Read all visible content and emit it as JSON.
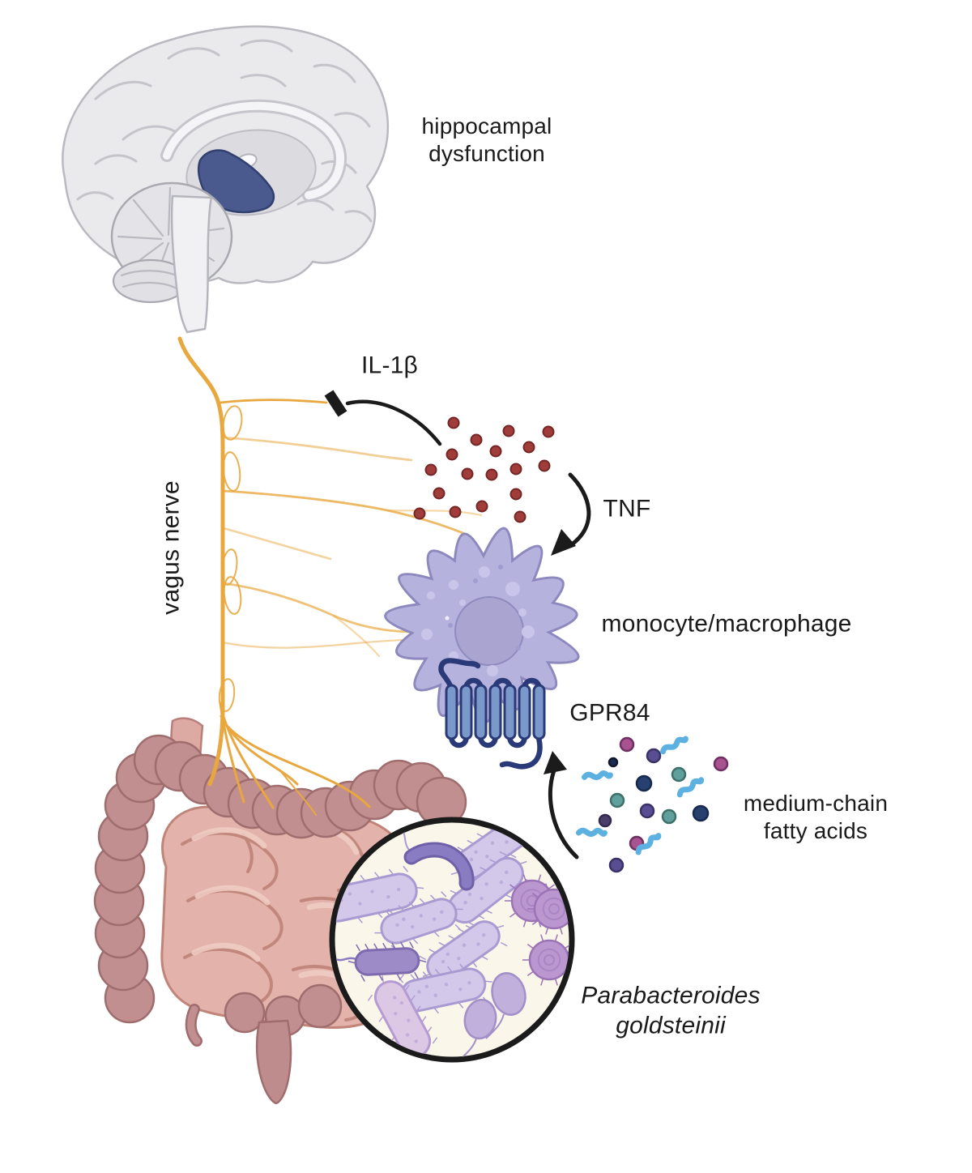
{
  "figure": {
    "type": "biological-pathway-diagram",
    "background": "#FFFFFF"
  },
  "labels": {
    "hippocampal_dysfunction": "hippocampal\ndysfunction",
    "vagus_nerve": "vagus nerve",
    "il1b": "IL-1β",
    "tnf": "TNF",
    "monocyte_macrophage": "monocyte/macrophage",
    "gpr84": "GPR84",
    "medium_chain_fatty_acids": "medium-chain\nfatty acids",
    "bacterium": "Parabacteroides\ngoldsteinii"
  },
  "colors": {
    "label_text": "#1A1A1A",
    "arrow": "#1B1B1B",
    "brain_gray": "#EAEAED",
    "hippocampus_highlight": "#4A5A8E",
    "vagus_nerve": "#E8A83F",
    "cytokine_dot": "#A03D3A",
    "cytokine_dot_outline": "#732624",
    "macrophage_body": "#B6B2DE",
    "macrophage_nucleus": "#A9A5D0",
    "receptor_fill": "#7B98CB",
    "receptor_outline": "#2A3A78",
    "colon": "#C18F8F",
    "small_intestine": "#E3B2AA",
    "magnifier_bg": "#FBF6EA",
    "bacteria_light": "#D3C8EA",
    "bacteria_dark": "#8A7CC2",
    "fatty_acid_squiggle": "#5CB1E0"
  },
  "icons": {
    "brain": "sagittal-brain-illustration",
    "hippocampus": "hippocampus-highlight",
    "vagus_nerve": "branching-nerve",
    "cytokines": "cytokine-dot-cluster",
    "macrophage": "spiky-immune-cell",
    "receptor": "seven-transmembrane-gpcr",
    "intestine": "colon-and-small-intestine",
    "magnifier": "gut-bacteria-zoom-circle",
    "inhibition_arrow": "blunt-end-inhibition-arrow",
    "tnf_arrow": "curved-arrow",
    "mcfa_arrow": "curved-arrow"
  }
}
